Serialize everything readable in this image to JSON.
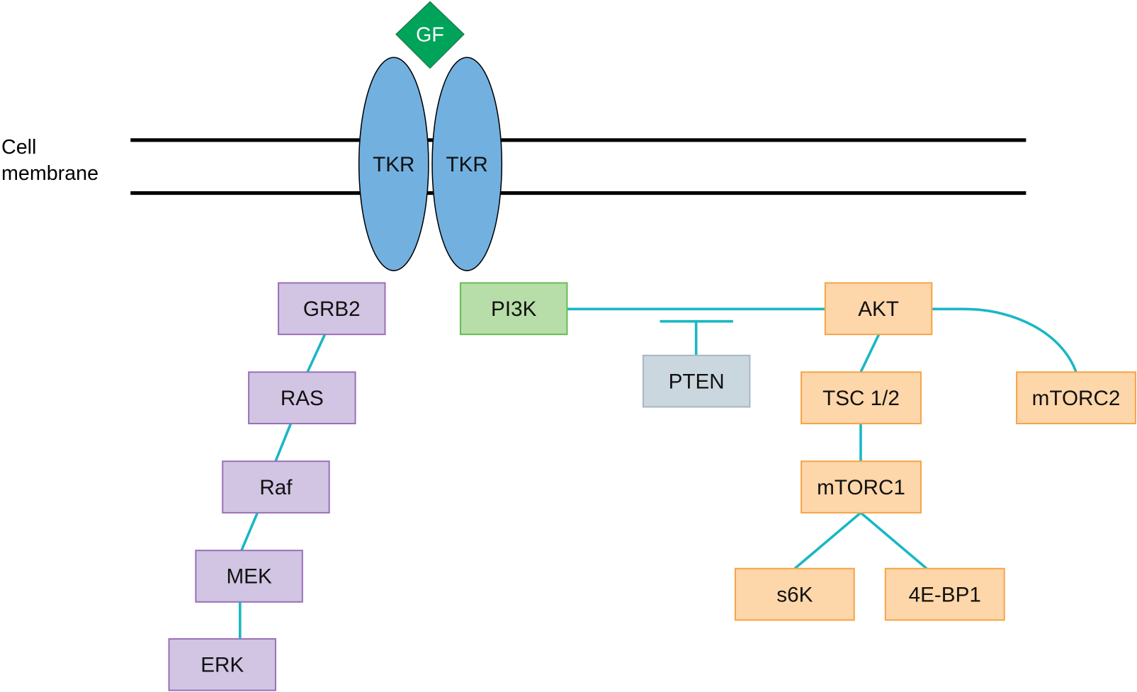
{
  "membrane": {
    "label_line1": "Cell",
    "label_line2": "membrane"
  },
  "ligand": {
    "label": "GF",
    "color": "#00a35a"
  },
  "receptors": [
    {
      "label": "TKR"
    },
    {
      "label": "TKR"
    }
  ],
  "colors": {
    "connector": "#18b7c6",
    "receptor": "#72b0e0",
    "mapk_fill": "#d2c5e3",
    "mapk_border": "#9a72b9",
    "pi3k_fill": "#b7dda8",
    "pi3k_border": "#68be57",
    "akt_fill": "#fdd6a9",
    "akt_border": "#f5a54a",
    "pten_fill": "#cbd7de",
    "pten_border": "#a7b8c3"
  },
  "nodes": {
    "grb2": "GRB2",
    "ras": "RAS",
    "raf": "Raf",
    "mek": "MEK",
    "erk": "ERK",
    "pi3k": "PI3K",
    "pten": "PTEN",
    "akt": "AKT",
    "tsc": "TSC 1/2",
    "mtorc1": "mTORC1",
    "mtorc2": "mTORC2",
    "s6k": "s6K",
    "eb": "4E-BP1"
  },
  "edges": [
    {
      "from": "grb2",
      "to": "ras",
      "type": "activation"
    },
    {
      "from": "ras",
      "to": "raf",
      "type": "activation"
    },
    {
      "from": "raf",
      "to": "mek",
      "type": "activation"
    },
    {
      "from": "mek",
      "to": "erk",
      "type": "activation"
    },
    {
      "from": "pi3k",
      "to": "akt",
      "type": "activation"
    },
    {
      "from": "pten",
      "to": "pi3k-akt",
      "type": "inhibition"
    },
    {
      "from": "akt",
      "to": "tsc",
      "type": "activation"
    },
    {
      "from": "akt",
      "to": "mtorc2",
      "type": "activation"
    },
    {
      "from": "tsc",
      "to": "mtorc1",
      "type": "activation"
    },
    {
      "from": "mtorc1",
      "to": "s6k",
      "type": "activation"
    },
    {
      "from": "mtorc1",
      "to": "eb",
      "type": "activation"
    }
  ]
}
